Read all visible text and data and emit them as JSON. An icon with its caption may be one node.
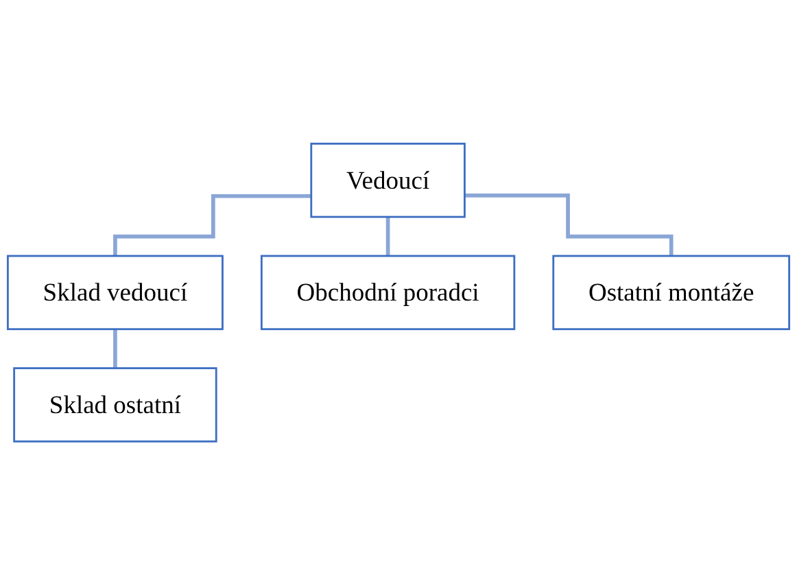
{
  "diagram": {
    "nodes": [
      {
        "text": [
          "Vedoucí"
        ]
      },
      {
        "text": [
          "Sklad vedoucí"
        ]
      },
      {
        "text": [
          "Obchodní poradci"
        ]
      },
      {
        "text": [
          "Ostatní montáže"
        ]
      },
      {
        "text": [
          "Sklad ostatní"
        ]
      }
    ],
    "edges": [
      {
        "from": 0,
        "to": 1,
        "arrow": "none"
      },
      {
        "from": 0,
        "to": 2,
        "arrow": "none"
      },
      {
        "from": 0,
        "to": 3,
        "arrow": "none"
      },
      {
        "from": 1,
        "to": 4,
        "arrow": "none"
      }
    ]
  }
}
